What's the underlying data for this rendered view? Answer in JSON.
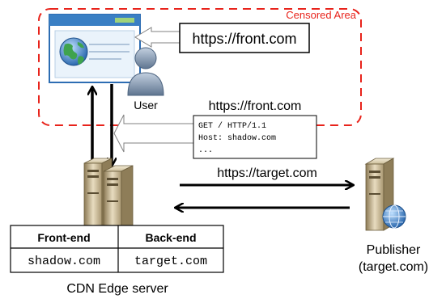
{
  "censored_area": {
    "label": "Censored Area",
    "border_color": "#e8231b"
  },
  "browser": {
    "url_callout": "https://front.com",
    "user_label": "User"
  },
  "request": {
    "url_label": "https://front.com",
    "http_lines": [
      "GET / HTTP/1.1",
      "Host: shadow.com",
      "..."
    ]
  },
  "target_link": {
    "label": "https://target.com"
  },
  "cdn": {
    "label": "CDN Edge server",
    "table": {
      "headers": [
        "Front-end",
        "Back-end"
      ],
      "values": [
        "shadow.com",
        "target.com"
      ]
    }
  },
  "publisher": {
    "line1": "Publisher",
    "line2": "(target.com)"
  },
  "icons": [
    "browser-window-icon",
    "user-icon",
    "server-icon",
    "globe-icon"
  ],
  "colors": {
    "browser_frame": "#3a7fc4",
    "globe": "#2a6fb8",
    "user_body": "#7a8fa8"
  }
}
